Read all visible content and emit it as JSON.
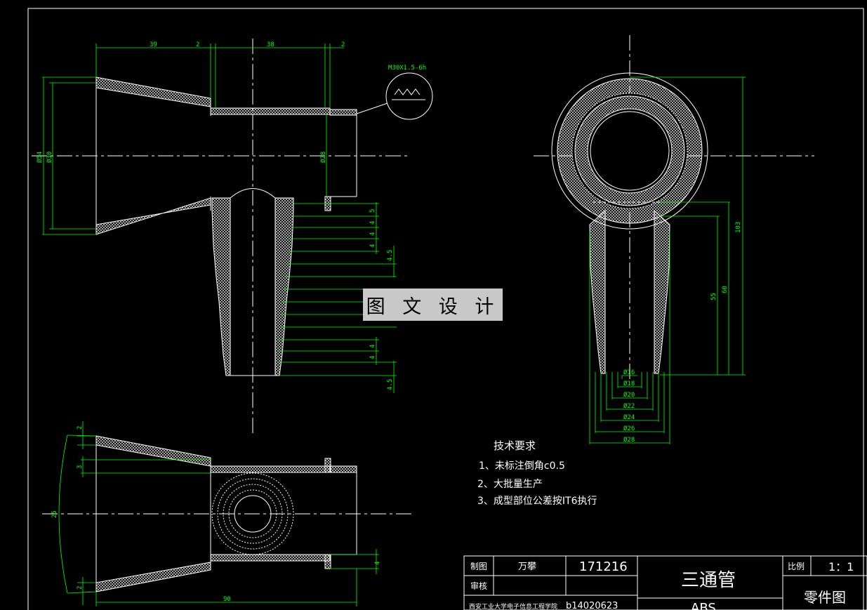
{
  "watermark": "图 文 设 计",
  "thread_callout": "M30X1.5-6h",
  "technical_requirements": {
    "title": "技术要求",
    "items": [
      "1、未标注倒角c0.5",
      "2、大批量生产",
      "3、成型部位公差按IT6执行"
    ]
  },
  "title_block": {
    "drawn_label": "制图",
    "drawn_by": "万攀",
    "date": "171216",
    "review_label": "审核",
    "part_name": "三通管",
    "scale_label": "比例",
    "scale_value": "1：1",
    "drawing_type": "零件图",
    "school": "西安工业大学电子信息工程学院",
    "student_id": "b14020623",
    "material": "ABS"
  },
  "dimensions": {
    "top_view": [
      "39",
      "2",
      "38",
      "2",
      "Ø54",
      "Ø30",
      "Ø28"
    ],
    "fin_spacing": [
      "5",
      "4",
      "4",
      "4",
      "4.5",
      "4",
      "4",
      "4.5"
    ],
    "side_diameters": [
      "Ø16",
      "Ø18",
      "Ø20",
      "Ø22",
      "Ø24",
      "Ø26",
      "Ø28"
    ],
    "side_lengths": [
      "103",
      "60",
      "55"
    ],
    "bottom_view": [
      "2",
      "3",
      "25",
      "2",
      "4",
      "90"
    ]
  }
}
